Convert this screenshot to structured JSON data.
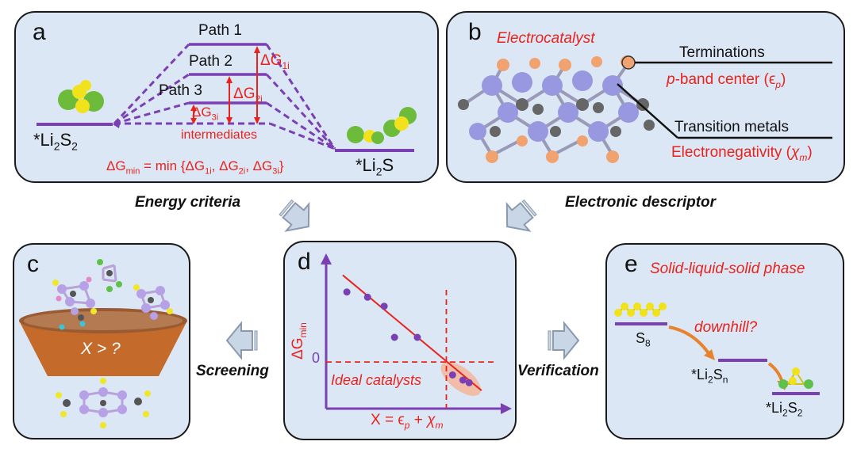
{
  "panels": {
    "a": {
      "letter": "a",
      "paths": [
        "Path 1",
        "Path 2",
        "Path 3"
      ],
      "dg1": "ΔG",
      "dg1_sub": "1i",
      "dg2": "ΔG",
      "dg2_sub": "2i",
      "dg3": "ΔG",
      "dg3_sub": "3i",
      "intermediates": "intermediates",
      "left_state_pre": "*Li",
      "left_state_sub": "2",
      "left_state_post": "S",
      "left_state_sub2": "2",
      "right_state_pre": "*Li",
      "right_state_sub": "2",
      "right_state_post": "S",
      "formula": {
        "p1": "ΔG",
        "s1": "min",
        "p2": " = min {ΔG",
        "s2": "1i",
        "p3": ", ΔG",
        "s3": "2i",
        "p4": ", ΔG",
        "s4": "3i",
        "p5": "}"
      }
    },
    "b": {
      "letter": "b",
      "title": "Electrocatalyst",
      "terminations": "Terminations",
      "pband_pre": "p",
      "pband_mid": "-band center (",
      "pband_sym": "ϵ",
      "pband_sub": "p",
      "pband_end": ")",
      "tm": "Transition metals",
      "en_pre": "Electronegativity (",
      "en_sym": "χ",
      "en_sub": "m",
      "en_end": ")"
    },
    "c": {
      "letter": "c",
      "question": "X > ?"
    },
    "d": {
      "letter": "d",
      "ylabel": "ΔG",
      "ylabel_sub": "min",
      "zero": "0",
      "ideal": "Ideal catalysts",
      "xlabel_pre": "X = ",
      "xlabel_e": "ϵ",
      "xlabel_esub": "p",
      "xlabel_plus": " + ",
      "xlabel_c": "χ",
      "xlabel_csub": "m"
    },
    "e": {
      "letter": "e",
      "title": "Solid-liquid-solid phase",
      "downhill": "downhill?",
      "s8": "S",
      "s8_sub": "8",
      "mid_pre": "*Li",
      "mid_sub": "2",
      "mid_post": "S",
      "mid_sub2": "n",
      "end_pre": "*Li",
      "end_sub": "2",
      "end_post": "S",
      "end_sub2": "2"
    }
  },
  "captions": {
    "energy": "Energy criteria",
    "electronic": "Electronic descriptor",
    "screening": "Screening",
    "verification": "Verification"
  },
  "chart_data": {
    "type": "scatter",
    "points": [
      [
        1.0,
        9.0
      ],
      [
        2.0,
        8.6
      ],
      [
        2.8,
        7.9
      ],
      [
        3.3,
        5.5
      ],
      [
        4.4,
        5.5
      ],
      [
        6.1,
        2.6
      ],
      [
        6.6,
        2.2
      ],
      [
        6.9,
        2.0
      ]
    ],
    "fit_line": [
      [
        0.8,
        10.3
      ],
      [
        7.5,
        1.4
      ]
    ],
    "threshold_x": 5.8,
    "threshold_y": 3.6,
    "xlim": [
      0,
      8.5
    ],
    "ylim": [
      0,
      11
    ]
  },
  "colors": {
    "panel_bg": "#dbe7f5",
    "purple": "#7a3fb3",
    "red": "#e8231d",
    "orange_arrow": "#e8832d",
    "bowl": "#c46a2a"
  }
}
